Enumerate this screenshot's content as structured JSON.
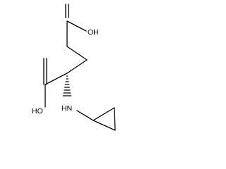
{
  "molecule": {
    "labels": {
      "top_hydroxyl": "OH",
      "bottom_hydroxyl": "HO",
      "amine": "HN"
    },
    "colors": {
      "ink": "#000000",
      "background": "#ffffff"
    }
  }
}
